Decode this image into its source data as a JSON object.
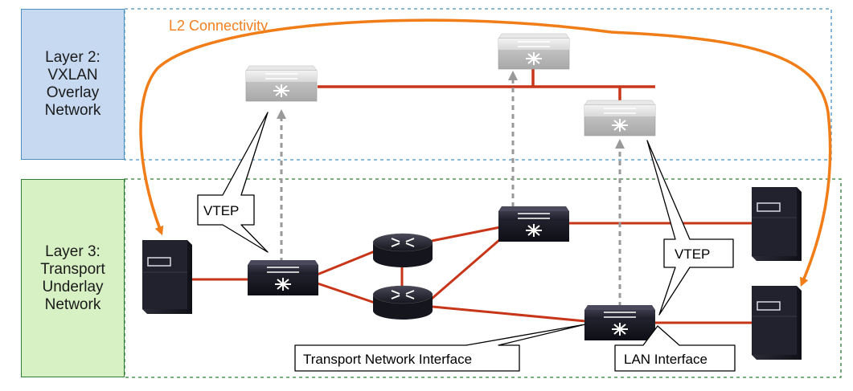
{
  "layer2": {
    "lines": [
      "Layer 2:",
      "VXLAN",
      "Overlay",
      "Network"
    ]
  },
  "layer3": {
    "lines": [
      "Layer 3:",
      "Transport",
      "Underlay",
      "Network"
    ]
  },
  "connectivity_label": "L2 Connectivity",
  "callouts": {
    "vtep_left": "VTEP",
    "vtep_right": "VTEP",
    "transport_interface": "Transport Network Interface",
    "lan_interface": "LAN Interface"
  },
  "colors": {
    "overlay_link": "#c8361a",
    "underlay_link": "#c8361a",
    "l2_arc": "#f07d17",
    "overlay_border": "#4a90c4",
    "underlay_border": "#2e7d32",
    "mapping_arrow": "#999999"
  },
  "icons": {
    "overlay_switch": "switch-icon-light",
    "underlay_switch": "switch-icon-dark",
    "router": "router-icon",
    "server": "server-icon"
  }
}
